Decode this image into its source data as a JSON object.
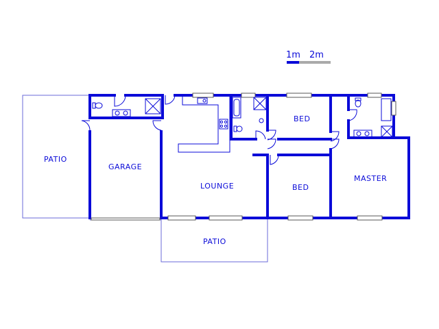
{
  "scale": {
    "label_1": "1m",
    "label_2": "2m"
  },
  "rooms": {
    "patio_left": "PATIO",
    "garage": "GARAGE",
    "lounge": "LOUNGE",
    "bed_top": "BED",
    "bed_middle": "BED",
    "master": "MASTER",
    "patio_bottom": "PATIO"
  },
  "colors": {
    "wall": "#0a0ad8",
    "outline": "#6a6ad8",
    "window": "#555555"
  }
}
